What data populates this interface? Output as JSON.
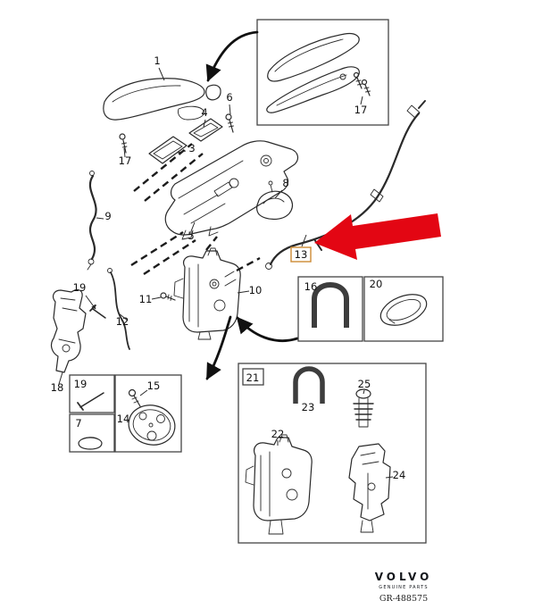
{
  "diagram": {
    "background": "#ffffff",
    "line_color": "#2a2a2a",
    "highlight": {
      "target_part": "13",
      "arrow_color": "#e30613",
      "label_box_color": "#cc8a33"
    }
  },
  "parts": {
    "p1": "1",
    "p3": "3",
    "p4": "4",
    "p5": "5",
    "p6": "6",
    "p7": "7",
    "p8": "8",
    "p9": "9",
    "p10": "10",
    "p11": "11",
    "p12": "12",
    "p13": "13",
    "p14": "14",
    "p15": "15",
    "p16": "16",
    "p17_main": "17",
    "p17_inset": "17",
    "p18": "18",
    "p19_main": "19",
    "p19_box": "19",
    "p20": "20",
    "p21": "21",
    "p22": "22",
    "p23": "23",
    "p24": "24",
    "p25": "25"
  },
  "footer": {
    "brand": "VOLVO",
    "tagline": "GENUINE PARTS",
    "reference": "GR-488575"
  }
}
